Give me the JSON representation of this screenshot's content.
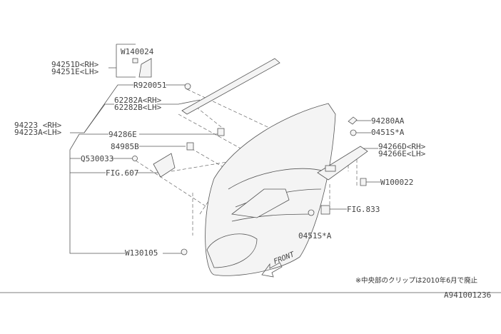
{
  "labels": {
    "w140024": "W140024",
    "p94251d": "94251D<RH>",
    "p94251e": "94251E<LH>",
    "r920051": "R920051",
    "p62282a": "62282A<RH>",
    "p62282b": "62282B<LH>",
    "p94223": "94223 <RH>",
    "p94223a": "94223A<LH>",
    "p94286e": "94286E",
    "p84985b": "84985B",
    "q530033": "Q530033",
    "fig607": "FIG.607",
    "w130105": "W130105",
    "p94280aa": "94280AA",
    "p0451s_top": "0451S*A",
    "p94266d": "94266D<RH>",
    "p94266e": "94266E<LH>",
    "w100022": "W100022",
    "fig833": "FIG.833",
    "p0451s_bottom": "0451S*A",
    "front": "FRONT"
  },
  "note": "※中央部のクリップは2010年6月で廃止",
  "diagram_id": "A941001236"
}
